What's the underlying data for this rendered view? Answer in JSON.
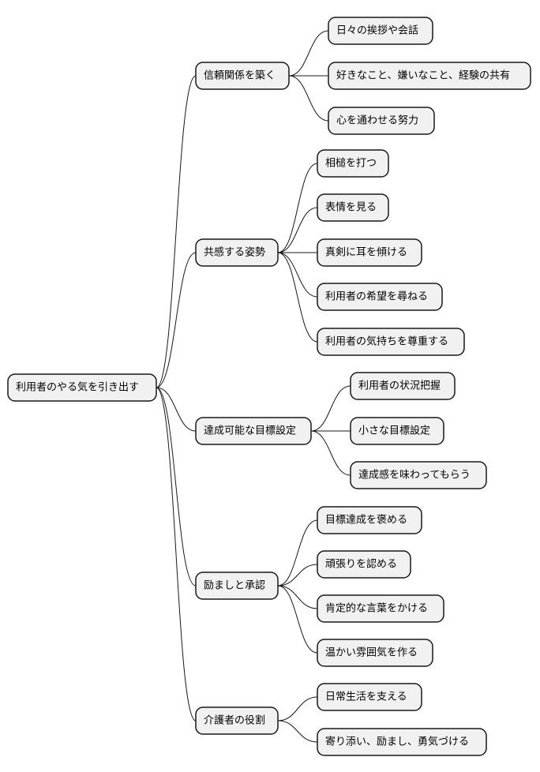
{
  "root": "利用者のやる気を引き出す",
  "branches": [
    {
      "label": "信頼関係を築く",
      "children": [
        "日々の挨拶や会話",
        "好きなこと、嫌いなこと、経験の共有",
        "心を通わせる努力"
      ]
    },
    {
      "label": "共感する姿勢",
      "children": [
        "相槌を打つ",
        "表情を見る",
        "真剣に耳を傾ける",
        "利用者の希望を尋ねる",
        "利用者の気持ちを尊重する"
      ]
    },
    {
      "label": "達成可能な目標設定",
      "children": [
        "利用者の状況把握",
        "小さな目標設定",
        "達成感を味わってもらう"
      ]
    },
    {
      "label": "励ましと承認",
      "children": [
        "目標達成を褒める",
        "頑張りを認める",
        "肯定的な言葉をかける",
        "温かい雰囲気を作る"
      ]
    },
    {
      "label": "介護者の役割",
      "children": [
        "日常生活を支える",
        "寄り添い、励まし、勇気づける"
      ]
    }
  ],
  "colors": {
    "node_fill": "#f1f1f1",
    "stroke": "#181818",
    "background": "#ffffff"
  }
}
